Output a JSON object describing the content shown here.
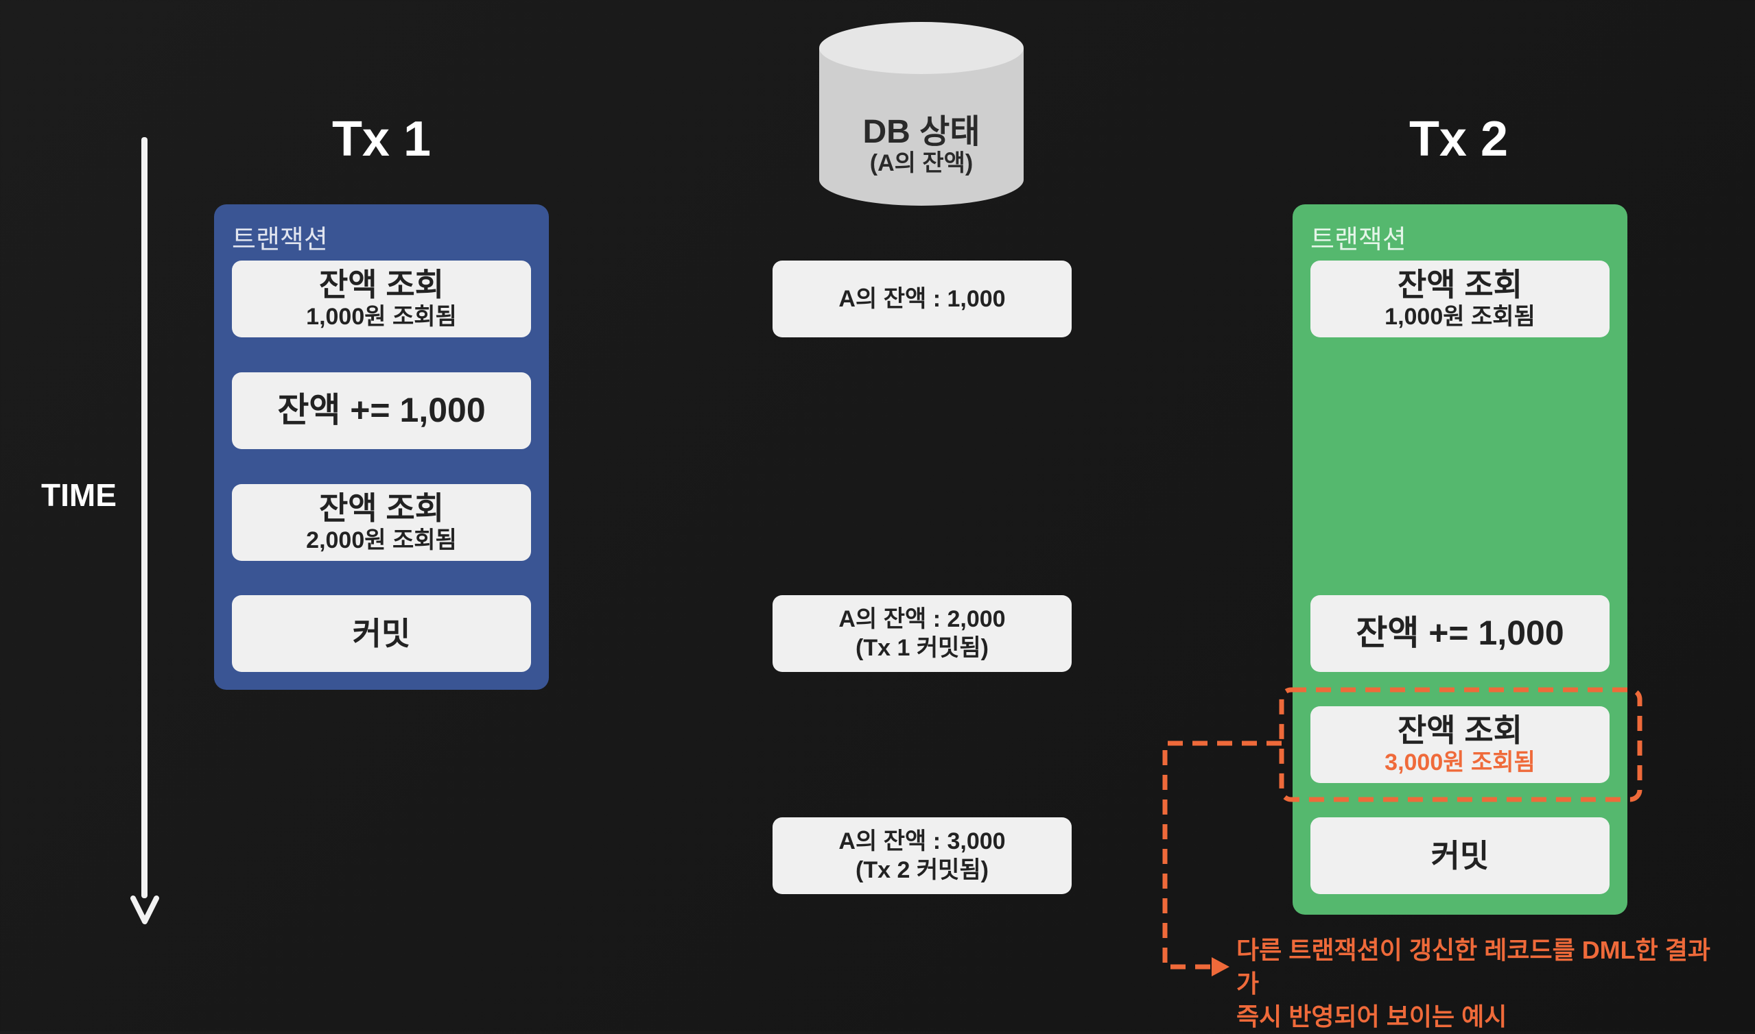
{
  "colors": {
    "tx1_panel": "#3a5594",
    "tx2_panel": "#55b86e",
    "highlight": "#ef6a3a",
    "card": "#f0f0f0",
    "db": "#d0d0d0"
  },
  "time_label": "TIME",
  "tx1": {
    "title": "Tx 1",
    "panel_label": "트랜잭션",
    "cards": [
      {
        "main": "잔액 조회",
        "sub": "1,000원 조회됨"
      },
      {
        "main": "잔액 += 1,000"
      },
      {
        "main": "잔액 조회",
        "sub": "2,000원 조회됨"
      },
      {
        "main": "커밋"
      }
    ]
  },
  "db": {
    "title": "DB 상태",
    "subtitle": "(A의 잔액)",
    "states": [
      {
        "line1": "A의 잔액 : 1,000"
      },
      {
        "line1": "A의 잔액 : 2,000",
        "line2": "(Tx 1 커밋됨)"
      },
      {
        "line1": "A의 잔액 : 3,000",
        "line2": "(Tx 2 커밋됨)"
      }
    ]
  },
  "tx2": {
    "title": "Tx 2",
    "panel_label": "트랜잭션",
    "cards": [
      {
        "main": "잔액 조회",
        "sub": "1,000원 조회됨"
      },
      {
        "main": "잔액 += 1,000"
      },
      {
        "main": "잔액 조회",
        "sub": "3,000원 조회됨"
      },
      {
        "main": "커밋"
      }
    ]
  },
  "note": {
    "line1": "다른 트랜잭션이 갱신한 레코드를 DML한 결과가",
    "line2": "즉시 반영되어 보이는 예시"
  }
}
